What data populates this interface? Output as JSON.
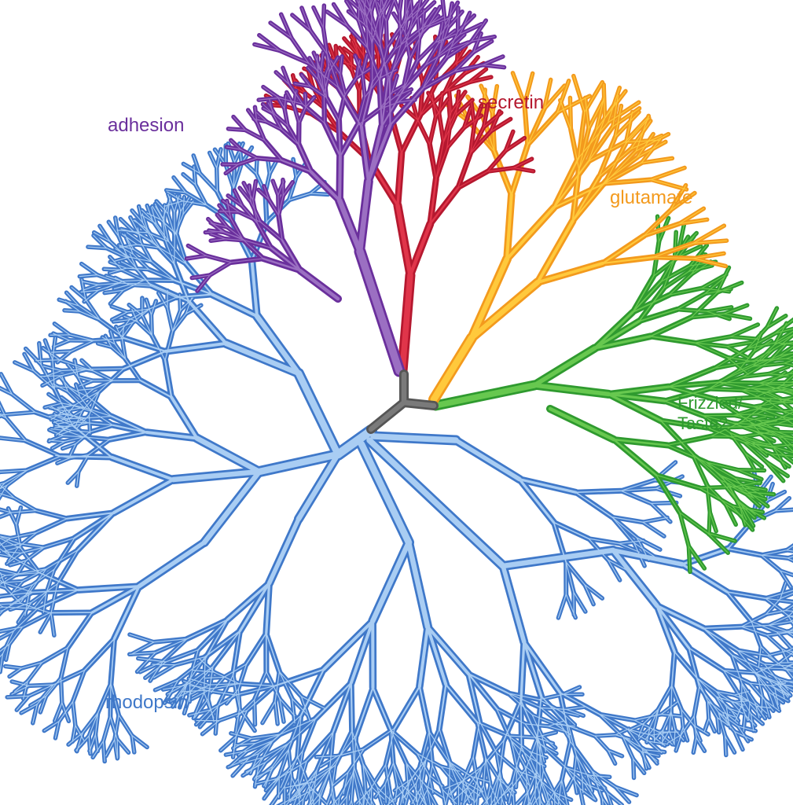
{
  "families": [
    {
      "id": "adhesion",
      "label": "adhesion",
      "color": "#6a2f9c",
      "fill": "#9b6fc2"
    },
    {
      "id": "secretin",
      "label": "secretin",
      "color": "#b5182f",
      "fill": "#e0354a"
    },
    {
      "id": "glutamate",
      "label": "glutamate",
      "color": "#f39a1d",
      "fill": "#ffc93c"
    },
    {
      "id": "frizzled",
      "label_line1": "Frizzled/",
      "label_line2": "Taste2",
      "color": "#2f9a2f",
      "fill": "#67c84f"
    },
    {
      "id": "rhodopsin",
      "label": "rhodopsin",
      "color": "#3f78c9",
      "fill": "#a9cdf3"
    }
  ],
  "root": {
    "color": "#555555",
    "fill": "#7a7a7a"
  }
}
